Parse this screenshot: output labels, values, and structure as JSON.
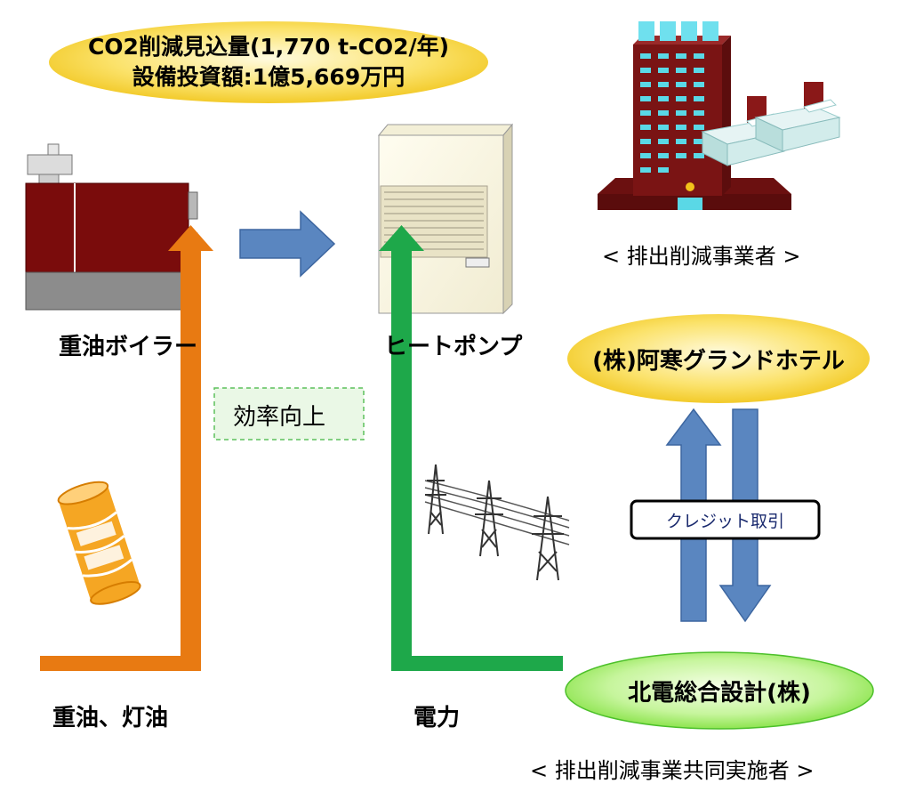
{
  "summary": {
    "line1": "CO2削減見込量(1,770 t-CO2/年)",
    "line2": "設備投資額:1億5,669万円"
  },
  "equipment": {
    "old_label": "重油ボイラー",
    "new_label": "ヒートポンプ"
  },
  "efficiency_label": "効率向上",
  "fuel_label": "重油、灯油",
  "power_label": "電力",
  "emitter": {
    "role_label": "< 排出削減事業者 >",
    "company": "(株)阿寒グランドホテル"
  },
  "credit_label": "クレジット取引",
  "partner": {
    "company": "北電総合設計(株)",
    "role_label": "< 排出削減事業共同実施者 >"
  },
  "colors": {
    "yellow_ellipse": "#f7d21c",
    "green_ellipse": "#8ee84a",
    "orange_arrow": "#e87a12",
    "green_arrow": "#1ea84a",
    "blue_arrow": "#5a86c0",
    "boiler_red": "#7a0c0c"
  }
}
